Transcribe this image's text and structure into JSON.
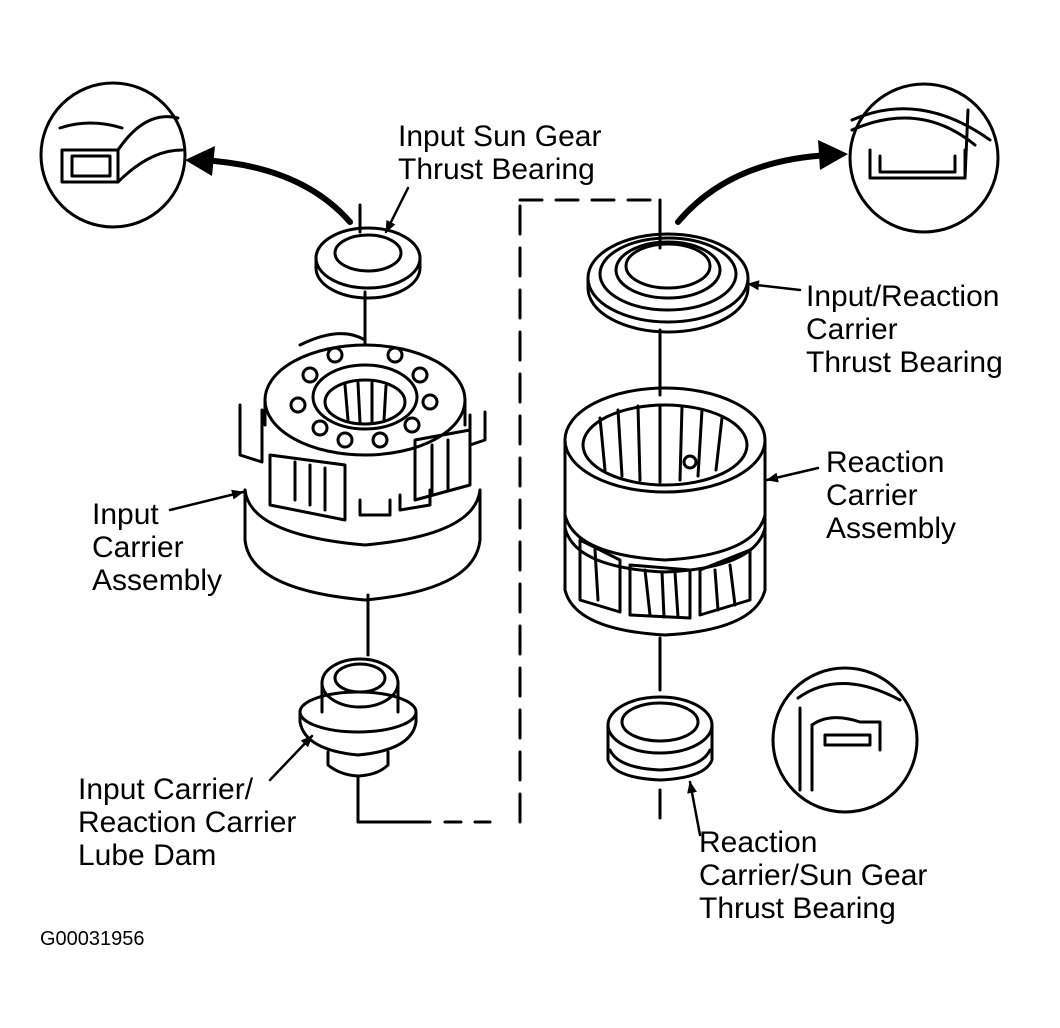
{
  "labels": {
    "input_sun_gear_thrust_bearing": [
      "Input Sun Gear",
      "Thrust Bearing"
    ],
    "input_reaction_carrier_thrust_bearing": [
      "Input/Reaction",
      "Carrier",
      "Thrust Bearing"
    ],
    "input_carrier_assembly": [
      "Input",
      "Carrier",
      "Assembly"
    ],
    "reaction_carrier_assembly": [
      "Reaction",
      "Carrier",
      "Assembly"
    ],
    "lube_dam": [
      "Input Carrier/",
      "Reaction Carrier",
      "Lube Dam"
    ],
    "reaction_carrier_sun_gear_thrust_bearing": [
      "Reaction",
      "Carrier/Sun Gear",
      "Thrust Bearing"
    ]
  },
  "figure_id": "G00031956"
}
